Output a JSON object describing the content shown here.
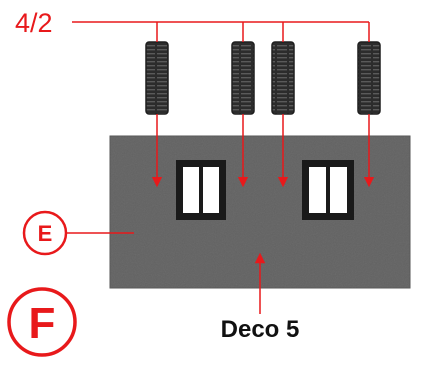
{
  "labels": {
    "top_callout": "4/2",
    "circle_small": "E",
    "circle_large": "F",
    "caption": "Deco 5"
  },
  "colors": {
    "accent": "#e8191b",
    "panel": "#626262",
    "connector_dark": "#2c2c2c",
    "window_frame": "#1a1a1a",
    "window_pane": "#ffffff"
  },
  "icons": [
    "connector-icon",
    "window-icon",
    "arrow-down-icon",
    "arrow-up-icon"
  ]
}
